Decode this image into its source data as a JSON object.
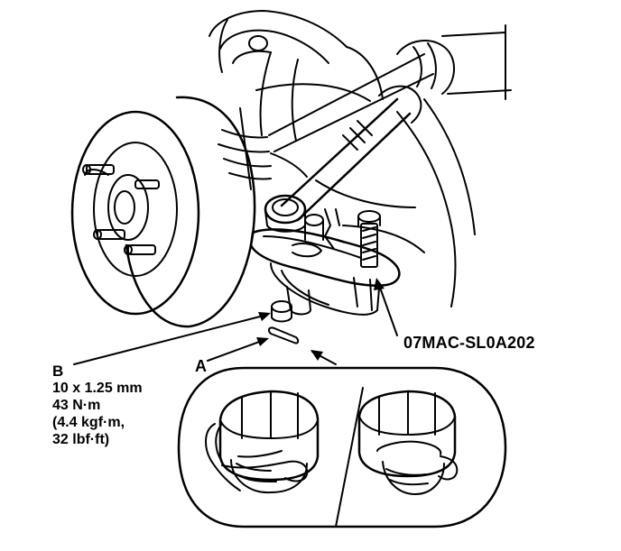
{
  "callouts": {
    "tool": "07MAC-SL0A202",
    "a": "A",
    "b": "B"
  },
  "spec": {
    "size": "10 x 1.25 mm",
    "torque_nm": "43 N·m",
    "torque_kgf": "(4.4 kgf·m,",
    "torque_lbf": "32 lbf·ft)"
  }
}
